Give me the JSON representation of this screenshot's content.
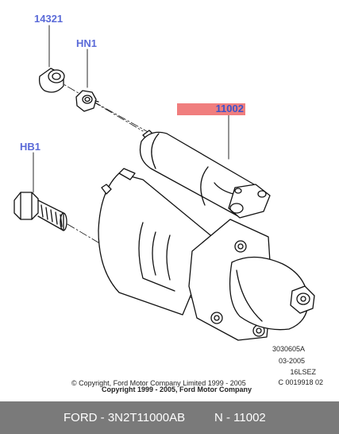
{
  "callouts": {
    "bushing": "14321",
    "nut": "HN1",
    "bolt": "HB1",
    "starter": "11002"
  },
  "meta": {
    "ref": "3030605A",
    "date": "03-2005",
    "engine": "16LSEZ",
    "code": "C 0019918 02"
  },
  "copyright": {
    "line1": "© Copyright, Ford Motor Company Limited 1999 - 2005",
    "line2": "Copyright 1999 - 2005, Ford Motor Company"
  },
  "footer": {
    "part": "FORD - 3N2T11000AB",
    "ref": "N - 11002"
  },
  "colors": {
    "callout": "#5a6ad8",
    "highlight": "#f07e7e",
    "footer_bg": "#7a7a7a"
  }
}
